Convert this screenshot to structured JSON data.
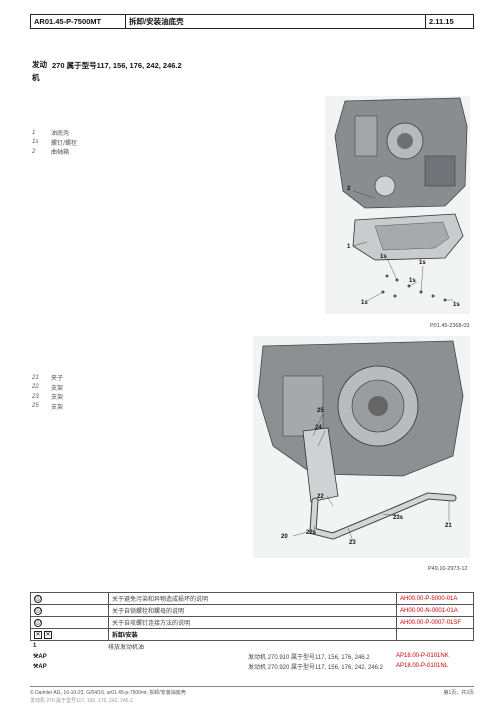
{
  "header": {
    "doc_id": "AR01.45-P-7500MT",
    "title": "拆卸/安装油底壳",
    "date": "2.11.15"
  },
  "engine": {
    "label": "发动机",
    "models": "270 属于型号117, 156, 176, 242, 246.2"
  },
  "legend1": [
    {
      "num": "1",
      "text": "油底壳"
    },
    {
      "num": "1s",
      "text": "螺钉/螺栓"
    },
    {
      "num": "2",
      "text": "曲轴箱"
    }
  ],
  "figure1": {
    "ref": "P01.45-2368-03",
    "callouts": [
      "2",
      "1",
      "1s",
      "1s",
      "1s",
      "1s",
      "1s"
    ]
  },
  "legend2": [
    {
      "num": "21",
      "text": "夹子"
    },
    {
      "num": "22",
      "text": "支架"
    },
    {
      "num": "23",
      "text": "支架"
    },
    {
      "num": "25",
      "text": "支架"
    }
  ],
  "figure2": {
    "ref": "P49.10-2973-12",
    "callouts": [
      "25",
      "24",
      "22",
      "23s",
      "21",
      "22s",
      "20",
      "23"
    ]
  },
  "table": [
    {
      "icon": "info",
      "text": "关于避免污染和异物造成损坏的说明",
      "ref": "AH00.00-P-5000-01A"
    },
    {
      "icon": "info",
      "text": "关于自锁螺栓和螺母的说明",
      "ref": "AH00.00-N-0001-01A"
    },
    {
      "icon": "info",
      "text": "关于自攻螺钉连接方法的说明",
      "ref": "AH00.00-P-0007-01SF"
    },
    {
      "icon": "tools",
      "text": "拆卸/安装",
      "ref": ""
    }
  ],
  "steps": {
    "number": "1",
    "action": "排放发动机油",
    "ap1": "AP",
    "ap2": "AP",
    "spec1": "发动机 270.910 属于型号117, 156, 176, 246.2",
    "ref1": "AP18.00-P-0101NK",
    "spec2": "发动机 270.920 属于型号117, 156, 176, 242, 246.2",
    "ref2": "AP18.00-P-0101NL"
  },
  "footer": {
    "left": "© Daimler AG,  16-10-23,  G/04/16, ar01.45-p-7500mt, 拆卸/安装油底壳",
    "right": "第1页，共3页",
    "line2": "发动机 270 属于型号117, 156, 176, 242, 246.2"
  }
}
